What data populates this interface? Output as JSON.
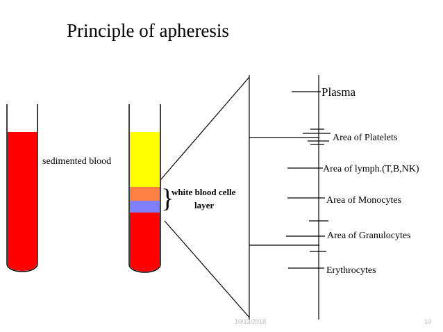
{
  "slide": {
    "title": "Principle of apheresis",
    "footer_date": "10/13/2018",
    "slide_number": "10"
  },
  "tube_left": {
    "label": "sedimented blood",
    "fill_color": "#ff0000"
  },
  "tube_right": {
    "layers": [
      {
        "name": "plasma",
        "color": "#ffff00"
      },
      {
        "name": "buffy-upper",
        "color": "#ff8040"
      },
      {
        "name": "buffy-lower",
        "color": "#8080ff"
      },
      {
        "name": "red-cells",
        "color": "#ff0000"
      }
    ],
    "brace_label_line1": "white blood celle",
    "brace_label_line2": "layer"
  },
  "scale": {
    "labels": {
      "plasma": "Plasma",
      "platelets": "Area of Platelets",
      "lymph": "Area of lymph.(T,B,NK)",
      "monocytes": "Area of Monocytes",
      "granulocytes": "Area of Granulocytes",
      "erythrocytes": "Erythrocytes"
    }
  }
}
